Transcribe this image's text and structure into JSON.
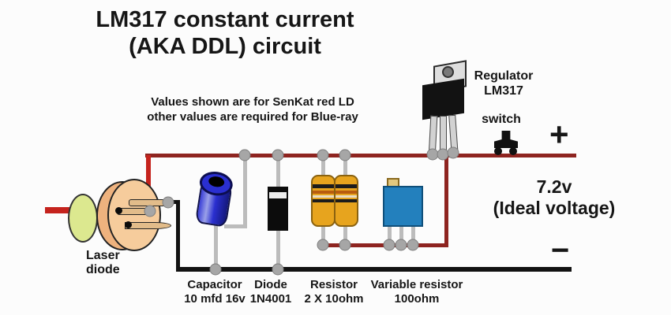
{
  "title": {
    "line1": "LM317 constant current",
    "line2": "(AKA DDL) circuit"
  },
  "note": {
    "line1": "Values shown are for SenKat red LD",
    "line2": "other values are required for Blue-ray"
  },
  "power": {
    "plus": "+",
    "minus": "−",
    "voltage_line1": "7.2v",
    "voltage_line2": "(Ideal voltage)"
  },
  "components": {
    "regulator": {
      "label_line1": "Regulator",
      "label_line2": "LM317"
    },
    "switch": {
      "label": "switch"
    },
    "laser_diode": {
      "label_line1": "Laser",
      "label_line2": "diode"
    },
    "capacitor": {
      "label_line1": "Capacitor",
      "label_line2": "10 mfd 16v"
    },
    "diode": {
      "label_line1": "Diode",
      "label_line2": "1N4001"
    },
    "resistor": {
      "label_line1": "Resistor",
      "label_line2": "2 X 10ohm"
    },
    "variable_resistor": {
      "label_line1": "Variable resistor",
      "label_line2": "100ohm"
    }
  },
  "colors": {
    "wire_red": "#8e2420",
    "wire_red_bright": "#c5231d",
    "wire_black": "#121212",
    "lead_gray": "#bcbcbc",
    "dot_gray": "#a6a6a6",
    "capacitor_blue": "#2a2fd0",
    "resistor_body": "#e7a41e",
    "trimpot_blue": "#2380bd",
    "laser_body": "#f6cc9c",
    "laser_lens": "#dce88f"
  }
}
